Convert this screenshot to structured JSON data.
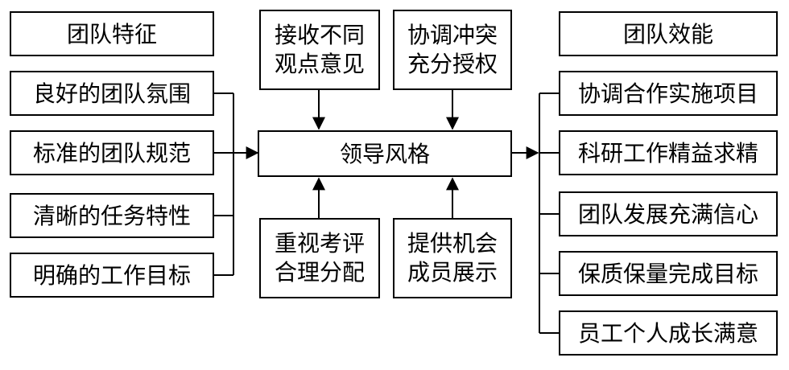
{
  "team_features": {
    "header": "团队特征",
    "items": [
      "良好的团队氛围",
      "标准的团队规范",
      "清晰的任务特性",
      "明确的工作目标"
    ]
  },
  "center": {
    "label": "领导风格"
  },
  "top_inputs": [
    {
      "line1": "接收不同",
      "line2": "观点意见"
    },
    {
      "line1": "协调冲突",
      "line2": "充分授权"
    }
  ],
  "bottom_inputs": [
    {
      "line1": "重视考评",
      "line2": "合理分配"
    },
    {
      "line1": "提供机会",
      "line2": "成员展示"
    }
  ],
  "team_effectiveness": {
    "header": "团队效能",
    "items": [
      "协调合作实施项目",
      "科研工作精益求精",
      "团队发展充满信心",
      "保质保量完成目标",
      "员工个人成长满意"
    ]
  }
}
